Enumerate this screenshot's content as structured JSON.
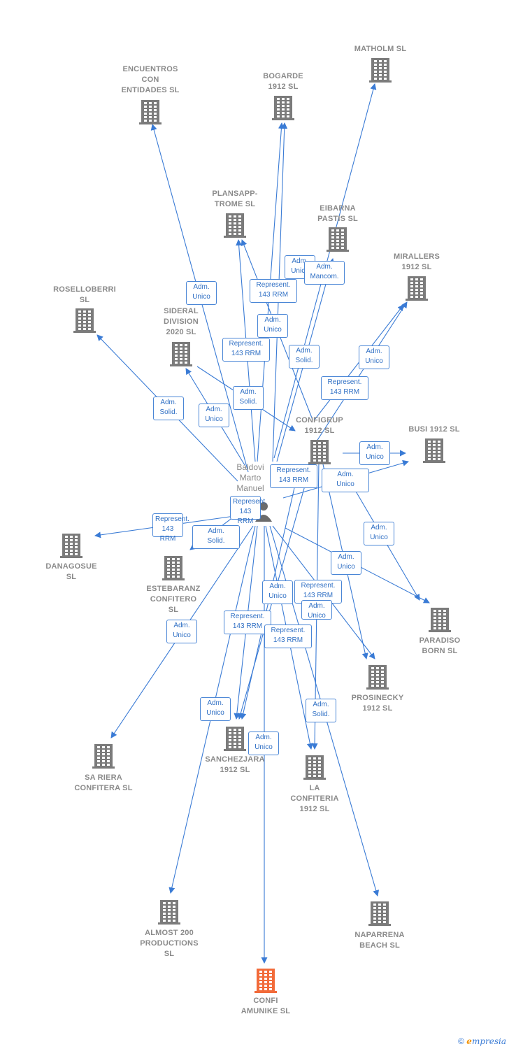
{
  "colors": {
    "edge": "#3a7bd5",
    "building": "#7b7b7b",
    "focus": "#f26b3a",
    "label": "#8a8a8a"
  },
  "person": {
    "label": "Baldovi\nMarto\nManuel",
    "icon": "person-icon"
  },
  "nodes": [
    {
      "id": "matholm",
      "label": "MATHOLM SL",
      "icon": "building-icon"
    },
    {
      "id": "encuentros",
      "label": "ENCUENTROS\nCON\nENTIDADES SL",
      "icon": "building-icon"
    },
    {
      "id": "bogarde",
      "label": "BOGARDE\n1912 SL",
      "icon": "building-icon"
    },
    {
      "id": "plansapp",
      "label": "PLANSAPP-\nTROME SL",
      "icon": "building-icon"
    },
    {
      "id": "eibarna",
      "label": "EIBARNA\nPASTIS SL",
      "icon": "building-icon"
    },
    {
      "id": "mirallers",
      "label": "MIRALLERS\n1912 SL",
      "icon": "building-icon"
    },
    {
      "id": "roselloberri",
      "label": "ROSELLOBERRI\nSL",
      "icon": "building-icon"
    },
    {
      "id": "sideral",
      "label": "SIDERAL\nDIVISION\n2020 SL",
      "icon": "building-icon"
    },
    {
      "id": "configrup",
      "label": "CONFIGRUP\n1912 SL",
      "icon": "building-icon"
    },
    {
      "id": "busi",
      "label": "BUSI 1912 SL",
      "icon": "building-icon"
    },
    {
      "id": "danagosue",
      "label": "DANAGOSUE\nSL",
      "icon": "building-icon"
    },
    {
      "id": "estebaranz",
      "label": "ESTEBARANZ\nCONFITERO\nSL",
      "icon": "building-icon"
    },
    {
      "id": "paradiso",
      "label": "PARADISO\nBORN SL",
      "icon": "building-icon"
    },
    {
      "id": "prosinecky",
      "label": "PROSINECKY\n1912 SL",
      "icon": "building-icon"
    },
    {
      "id": "sariera",
      "label": "SA RIERA\nCONFITERA SL",
      "icon": "building-icon"
    },
    {
      "id": "sanchezjara",
      "label": "SANCHEZJARA\n1912 SL",
      "icon": "building-icon"
    },
    {
      "id": "laconfiteria",
      "label": "LA\nCONFITERIA\n1912 SL",
      "icon": "building-icon"
    },
    {
      "id": "almost200",
      "label": "ALMOST 200\nPRODUCTIONS\nSL",
      "icon": "building-icon"
    },
    {
      "id": "naparrena",
      "label": "NAPARRENA\nBEACH SL",
      "icon": "building-icon"
    },
    {
      "id": "confiamunike",
      "label": "CONFI\nAMUNIKE SL",
      "icon": "building-icon",
      "focus": true
    }
  ],
  "relations": [
    "Adm.\nUnico",
    "Represent.\n143 RRM",
    "Adm.\nUnico",
    "Adm.\nMancom.",
    "Adm.\nUnico",
    "Represent.\n143 RRM",
    "Adm.\nSolid.",
    "Adm.\nUnico",
    "Represent.\n143 RRM",
    "Adm.\nSolid.",
    "Adm.\nUnico",
    "Adm.\nSolid.",
    "Adm.\nUnico",
    "Represent.\n143 RRM",
    "Adm.\nUnico",
    "Represent.\n143 RRM",
    "Adm.\nSolid.",
    "Represent.\n143 RRM",
    "Adm.\nUnico",
    "Adm.\nUnico",
    "Adm.\nUnico",
    "Represent.\n143 RRM",
    "Adm.\nUnico",
    "Represent.\n143 RRM",
    "Represent.\n143 RRM",
    "Adm.\nUnico",
    "Adm.\nSolid.",
    "Adm.\nUnico",
    "Adm.\nUnico"
  ],
  "footer": {
    "copyright": "©",
    "brand_initial": "e",
    "brand_rest": "mpresia"
  }
}
